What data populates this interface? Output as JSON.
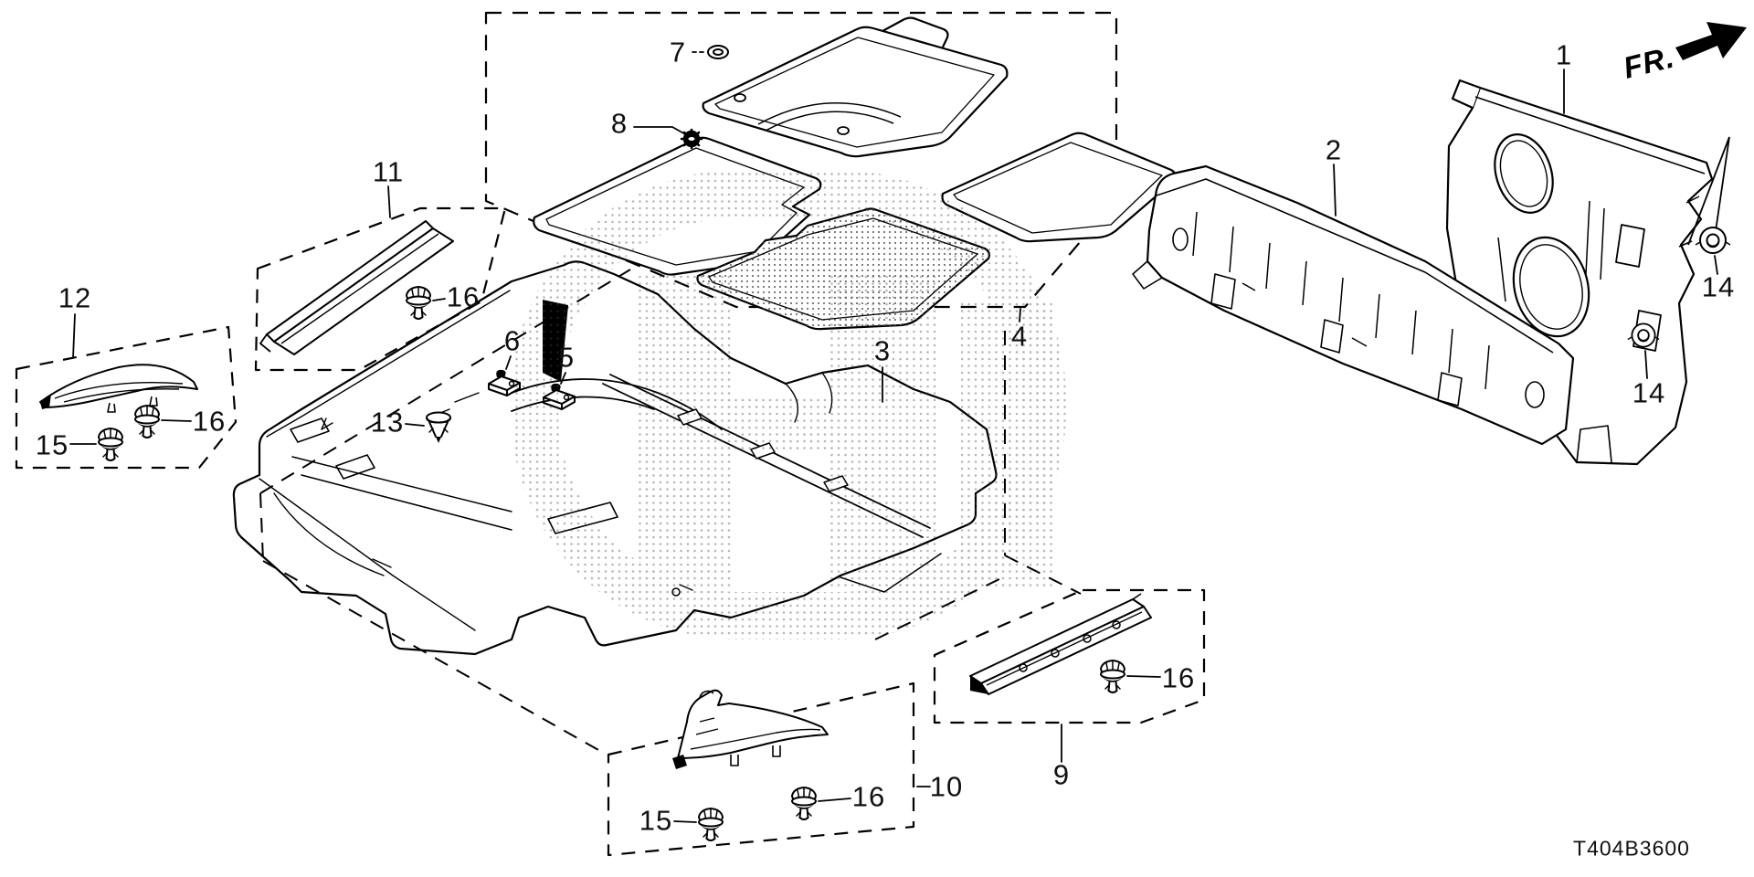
{
  "diagram": {
    "code": "T404B3600",
    "front_direction_label": "FR."
  },
  "colors": {
    "line": "#000000",
    "background": "#ffffff",
    "watermark_dot": "#444444"
  },
  "callouts": [
    {
      "id": "c1",
      "text": "1"
    },
    {
      "id": "c2",
      "text": "2"
    },
    {
      "id": "c3",
      "text": "3"
    },
    {
      "id": "c4",
      "text": "4"
    },
    {
      "id": "c5",
      "text": "5"
    },
    {
      "id": "c6",
      "text": "6"
    },
    {
      "id": "c7",
      "text": "7"
    },
    {
      "id": "c8",
      "text": "8"
    },
    {
      "id": "c9",
      "text": "9"
    },
    {
      "id": "c10",
      "text": "10"
    },
    {
      "id": "c11",
      "text": "11"
    },
    {
      "id": "c12",
      "text": "12"
    },
    {
      "id": "c13",
      "text": "13"
    },
    {
      "id": "c14a",
      "text": "14"
    },
    {
      "id": "c14b",
      "text": "14"
    },
    {
      "id": "c15a",
      "text": "15"
    },
    {
      "id": "c15b",
      "text": "15"
    },
    {
      "id": "c16a",
      "text": "16"
    },
    {
      "id": "c16b",
      "text": "16"
    },
    {
      "id": "c16c",
      "text": "16"
    },
    {
      "id": "c16d",
      "text": "16"
    }
  ]
}
